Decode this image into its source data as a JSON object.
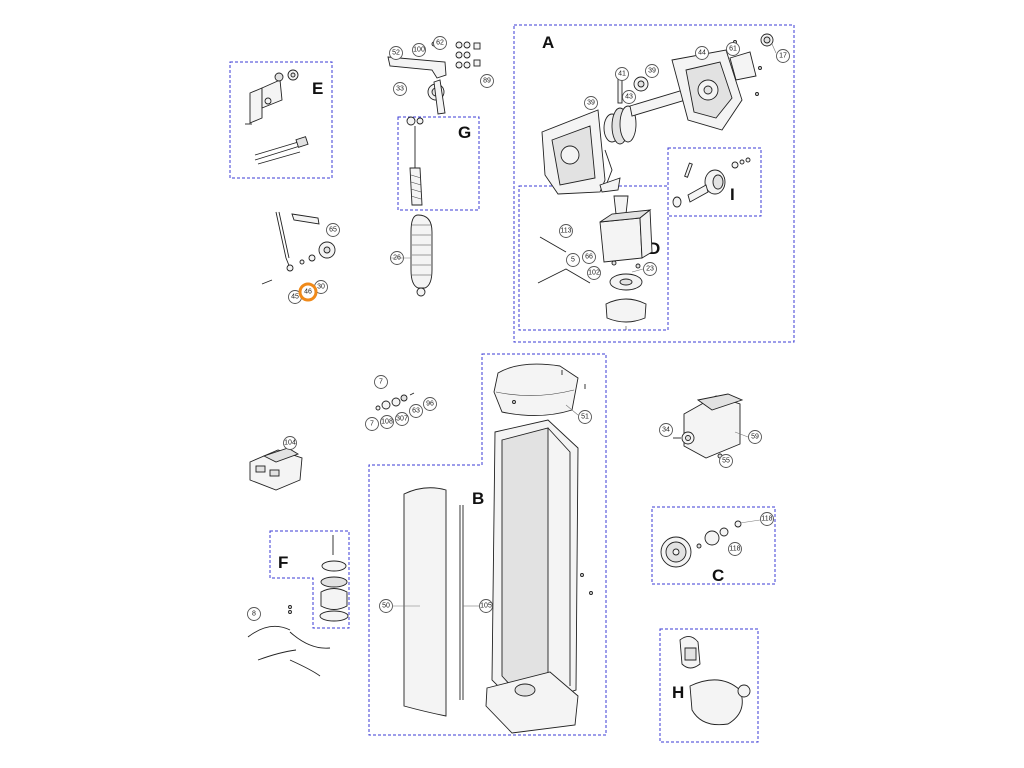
{
  "sections": {
    "A": "A",
    "B": "B",
    "C": "C",
    "D": "D",
    "E": "E",
    "F": "F",
    "G": "G",
    "H": "H",
    "I": "I"
  },
  "callouts": {
    "c52": "52",
    "c100": "100",
    "c62": "62",
    "c89": "89",
    "c33": "33",
    "c17": "17",
    "c44": "44",
    "c61": "61",
    "c41": "41",
    "c39a": "39",
    "c39b": "39",
    "c43": "43",
    "c113": "113",
    "c66": "66",
    "c5": "5",
    "c102": "102",
    "c23": "23",
    "c65": "65",
    "c26": "26",
    "c30": "30",
    "c45": "45",
    "c46": "46",
    "c7a": "7",
    "c96": "96",
    "c63": "63",
    "c7b": "7",
    "c108": "108",
    "c307": "307",
    "c51": "51",
    "c104": "104",
    "c34": "34",
    "c59": "59",
    "c55": "55",
    "c118a": "118",
    "c118b": "118",
    "c8": "8",
    "c50": "50",
    "c105": "105"
  },
  "highlight_color": "#f08a1a",
  "box_color": "#3b3bd6"
}
